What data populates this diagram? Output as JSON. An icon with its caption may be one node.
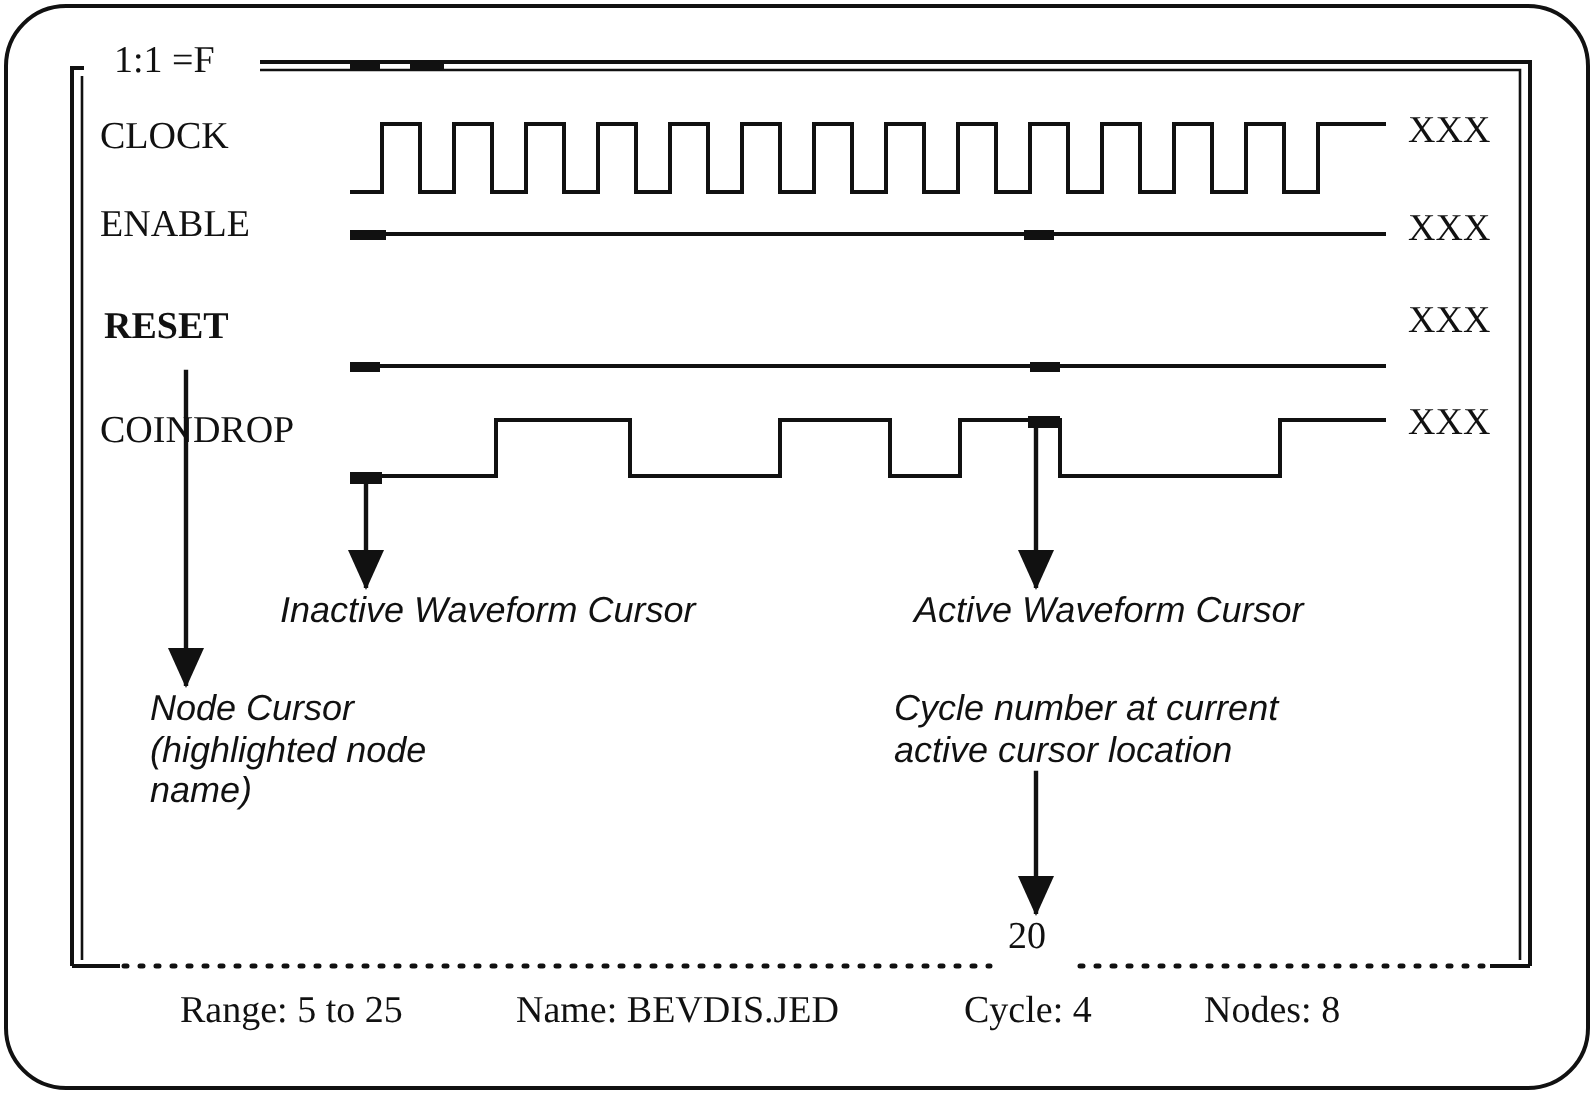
{
  "diagram": {
    "nodes": [
      {
        "text": [
          "RESET"
        ]
      },
      {
        "text": [
          "Node Cursor (highlighted node name)"
        ]
      },
      {
        "text": [],
        "shape": "bar"
      },
      {
        "text": [
          "Inactive Waveform Cursor"
        ]
      },
      {
        "text": [],
        "shape": "bar"
      },
      {
        "text": [
          "Active Waveform Cursor"
        ]
      },
      {
        "text": [
          "Cycle number at current active cursor location"
        ]
      },
      {
        "text": [
          "20"
        ]
      }
    ],
    "edges": [
      {
        "from": 0,
        "to": 1,
        "arrow": "to"
      },
      {
        "from": 2,
        "to": 3,
        "arrow": "to"
      },
      {
        "from": 4,
        "to": 5,
        "arrow": "to"
      },
      {
        "from": 6,
        "to": 7,
        "arrow": "to"
      }
    ],
    "labels": [
      "1:1 =F",
      "CLOCK",
      "XXX",
      "ENABLE",
      "XXX",
      "XXX",
      "COINDROP",
      "XXX",
      "Range: 5 to 25",
      "Name: BEVDIS.JED",
      "Cycle: 4",
      "Nodes: 8"
    ]
  }
}
